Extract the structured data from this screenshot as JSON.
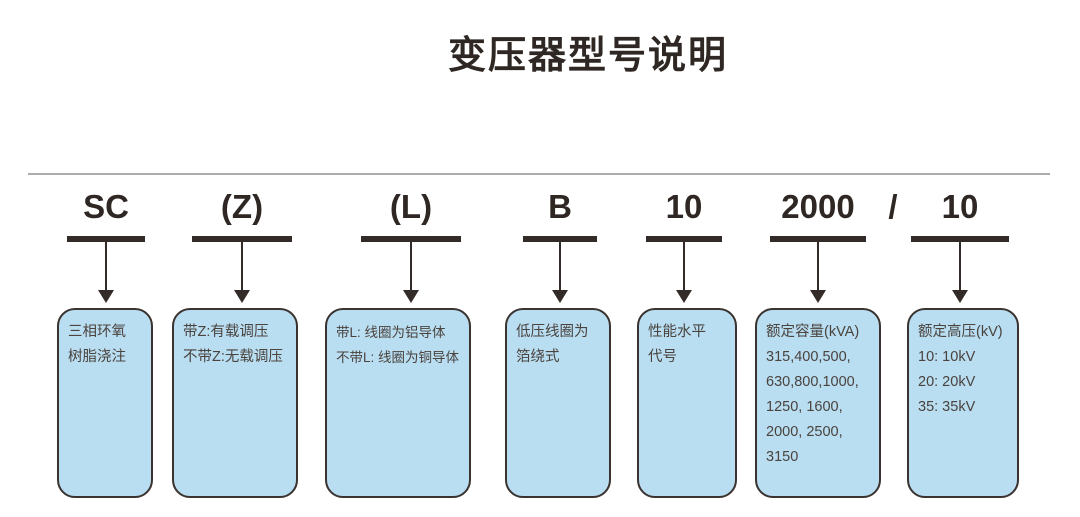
{
  "title": "变压器型号说明",
  "separator": "/",
  "colors": {
    "box_fill": "#b9ddf1",
    "box_border": "#3a332f",
    "code_color": "#2e2723",
    "body_text_color": "#4a433e",
    "rule_color": "#acacac"
  },
  "columns": [
    {
      "code": "SC",
      "lines": [
        "三相环氧",
        "树脂浇注"
      ]
    },
    {
      "code": "(Z)",
      "lines": [
        "带Z:有载调压",
        "不带Z:无载调压"
      ]
    },
    {
      "code": "(L)",
      "lines": [
        "带L: 线圈为铝导体",
        "不带L: 线圈为铜导体"
      ]
    },
    {
      "code": "B",
      "lines": [
        "低压线圈为",
        "箔绕式"
      ]
    },
    {
      "code": "10",
      "lines": [
        "性能水平",
        "代号"
      ]
    },
    {
      "code": "2000",
      "lines": [
        "额定容量(kVA)",
        "315,400,500,",
        "630,800,1000,",
        "1250, 1600,",
        "2000, 2500,",
        "3150"
      ]
    },
    {
      "code": "10",
      "lines": [
        "额定高压(kV)",
        "10: 10kV",
        "20: 20kV",
        "35: 35kV"
      ]
    }
  ]
}
